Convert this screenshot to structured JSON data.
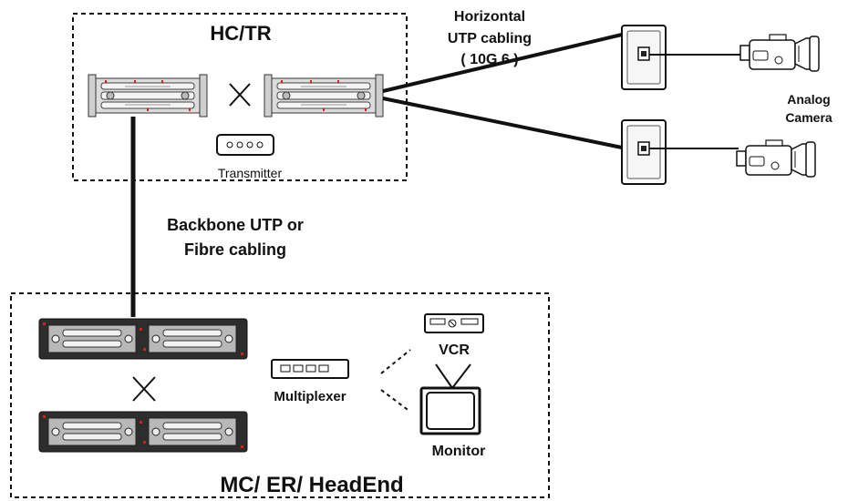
{
  "zones": {
    "hc_tr": "HC/TR",
    "mc_er": "MC/ ER/ HeadEnd"
  },
  "labels": {
    "horizontal_line1": "Horizontal",
    "horizontal_line2": "UTP cabling",
    "horizontal_line3": "( 10G 6 )",
    "backbone_line1": "Backbone UTP or",
    "backbone_line2": "Fibre cabling",
    "transmitter": "Transmitter",
    "analog_line1": "Analog",
    "analog_line2": "Camera",
    "multiplexer": "Multiplexer",
    "vcr": "VCR",
    "monitor": "Monitor"
  },
  "icons": {
    "cross_connect": "cross-connect-x-icon",
    "patch_panel": "patch-panel-icon",
    "wall_outlet": "wall-outlet-icon",
    "camera": "camcorder-icon",
    "transmitter": "transmitter-icon",
    "multiplexer": "multiplexer-icon",
    "vcr": "vcr-icon",
    "monitor": "tv-monitor-icon"
  },
  "colors": {
    "line": "#111111",
    "panel_fill": "#d9d9d9",
    "rack_fill": "#333333",
    "port_accent": "#cc2222"
  }
}
